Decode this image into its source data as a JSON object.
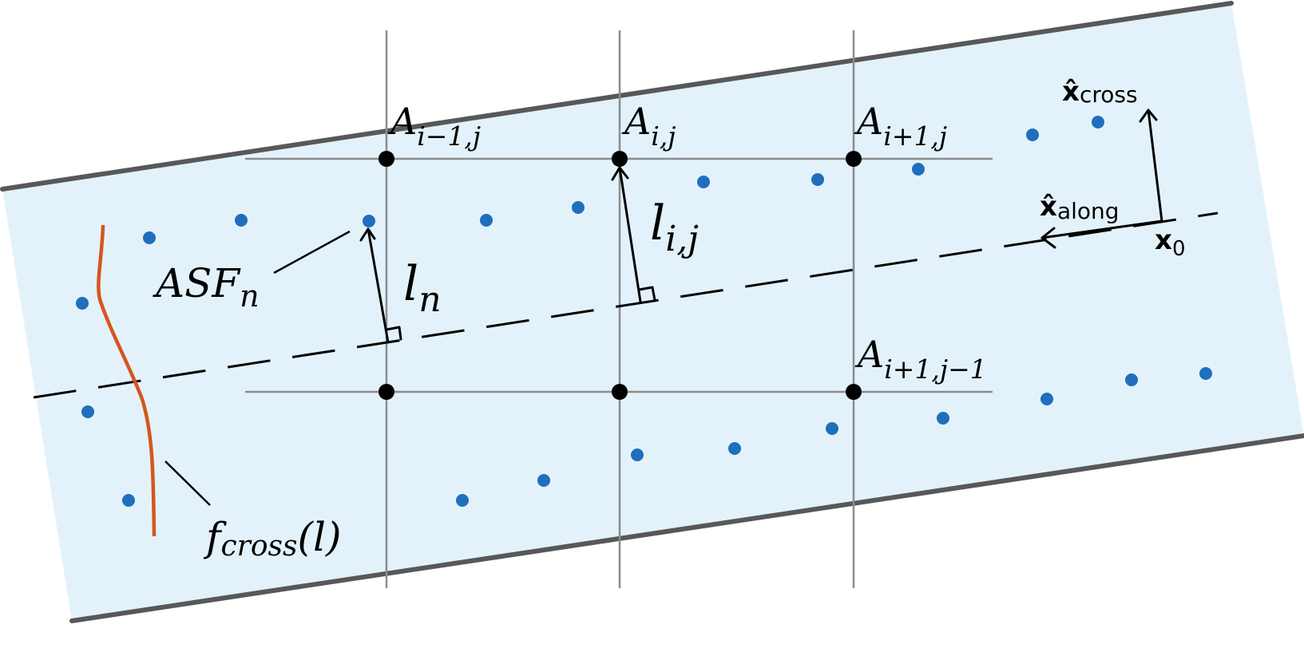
{
  "colors": {
    "band_fill": "#e3f2fa",
    "band_edge": "#585858",
    "grid_line": "#8c8c8c",
    "node": "#000000",
    "sample_point": "#1f6fbd",
    "profile_curve": "#d4561f",
    "arrow": "#000000"
  },
  "labels": {
    "node_a_im1_j": {
      "base": "A",
      "sub": "i−1,j"
    },
    "node_a_i_j": {
      "base": "A",
      "sub": "i,j"
    },
    "node_a_ip1_j": {
      "base": "A",
      "sub": "i+1,j"
    },
    "node_a_ip1_jm1": {
      "base": "A",
      "sub": "i+1,j−1"
    },
    "asf": {
      "base": "ASF",
      "sub": "n"
    },
    "l_n": {
      "base": "l",
      "sub": "n"
    },
    "l_ij": {
      "base": "l",
      "sub": "i,j"
    },
    "x_cross": {
      "base": "x̂",
      "sub": "cross"
    },
    "x_along": {
      "base": "x̂",
      "sub": "along"
    },
    "x_0": {
      "base": "x",
      "sub": "0"
    },
    "f_cross": {
      "base": "f",
      "sub": "cross",
      "tail": "(l)"
    }
  },
  "icons": {
    "arrow_head": "open-chevron-arrow",
    "right_angle": "right-angle-marker"
  }
}
